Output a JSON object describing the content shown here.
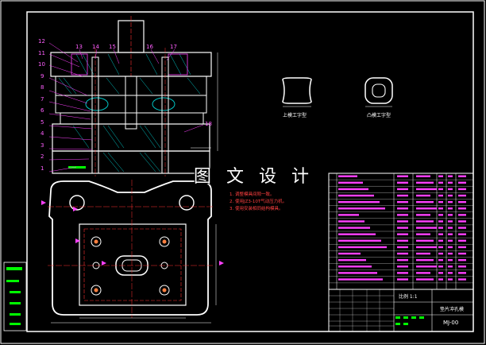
{
  "watermark": "图 文 设 计",
  "part_numbers_left": [
    "12",
    "11",
    "10",
    "9",
    "8",
    "7",
    "6",
    "5",
    "4",
    "3",
    "2",
    "1"
  ],
  "part_numbers_top": [
    "13",
    "14",
    "15",
    "16",
    "17"
  ],
  "part_number_right": "18",
  "sectional_labels": {
    "upper_die": "上模工字型",
    "lower_die": "凸模工字型"
  },
  "tech_requirements": [
    "1. 调整模具间隙一致。",
    "2. 使用JZ3-10T气动压力机。",
    "3. 使用安装相同结构模具。"
  ],
  "drawing_number": "MJ-00",
  "title_block": {
    "name": "垫片冲孔模",
    "scale": "比例 1:1"
  },
  "colors": {
    "frame": "#ffffff",
    "outline": "#ffffff",
    "hatch": "#00c8c8",
    "pink": "#ff40ff",
    "red": "#ff3030",
    "green": "#00ff00",
    "yellow": "#ffff00",
    "blue": "#4060ff"
  }
}
